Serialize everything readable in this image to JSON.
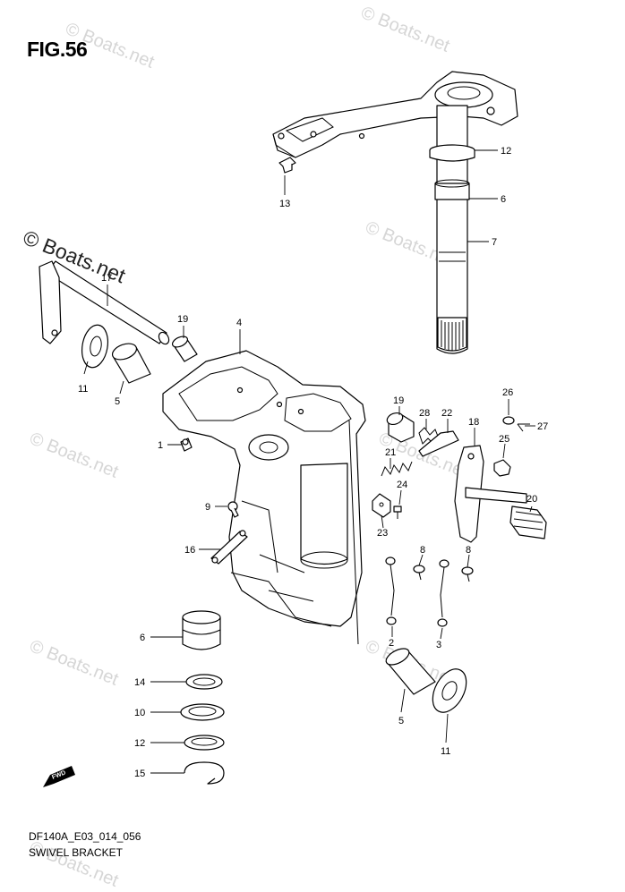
{
  "figure_title": "FIG.56",
  "footer": {
    "code": "DF140A_E03_014_056",
    "section_name": "SWIVEL BRACKET"
  },
  "watermark": {
    "primary": "© Boats.net",
    "faint": "© Boats.net"
  },
  "fwd_label": "FWD",
  "callouts": {
    "top_12": "12",
    "top_13": "13",
    "top_6": "6",
    "top_7": "7",
    "left_17": "17",
    "left_19": "19",
    "left_4": "4",
    "left_11": "11",
    "left_5": "5",
    "left_1": "1",
    "left_9": "9",
    "left_16": "16",
    "right_19": "19",
    "right_28": "28",
    "right_22": "22",
    "right_21": "21",
    "right_24": "24",
    "right_23": "23",
    "right_26": "26",
    "right_27": "27",
    "right_18": "18",
    "right_25": "25",
    "right_20": "20",
    "right_8a": "8",
    "right_8b": "8",
    "right_2": "2",
    "right_3": "3",
    "bottom_6": "6",
    "bottom_14": "14",
    "bottom_10": "10",
    "bottom_12": "12",
    "bottom_15": "15",
    "bottom_5": "5",
    "bottom_11": "11"
  }
}
